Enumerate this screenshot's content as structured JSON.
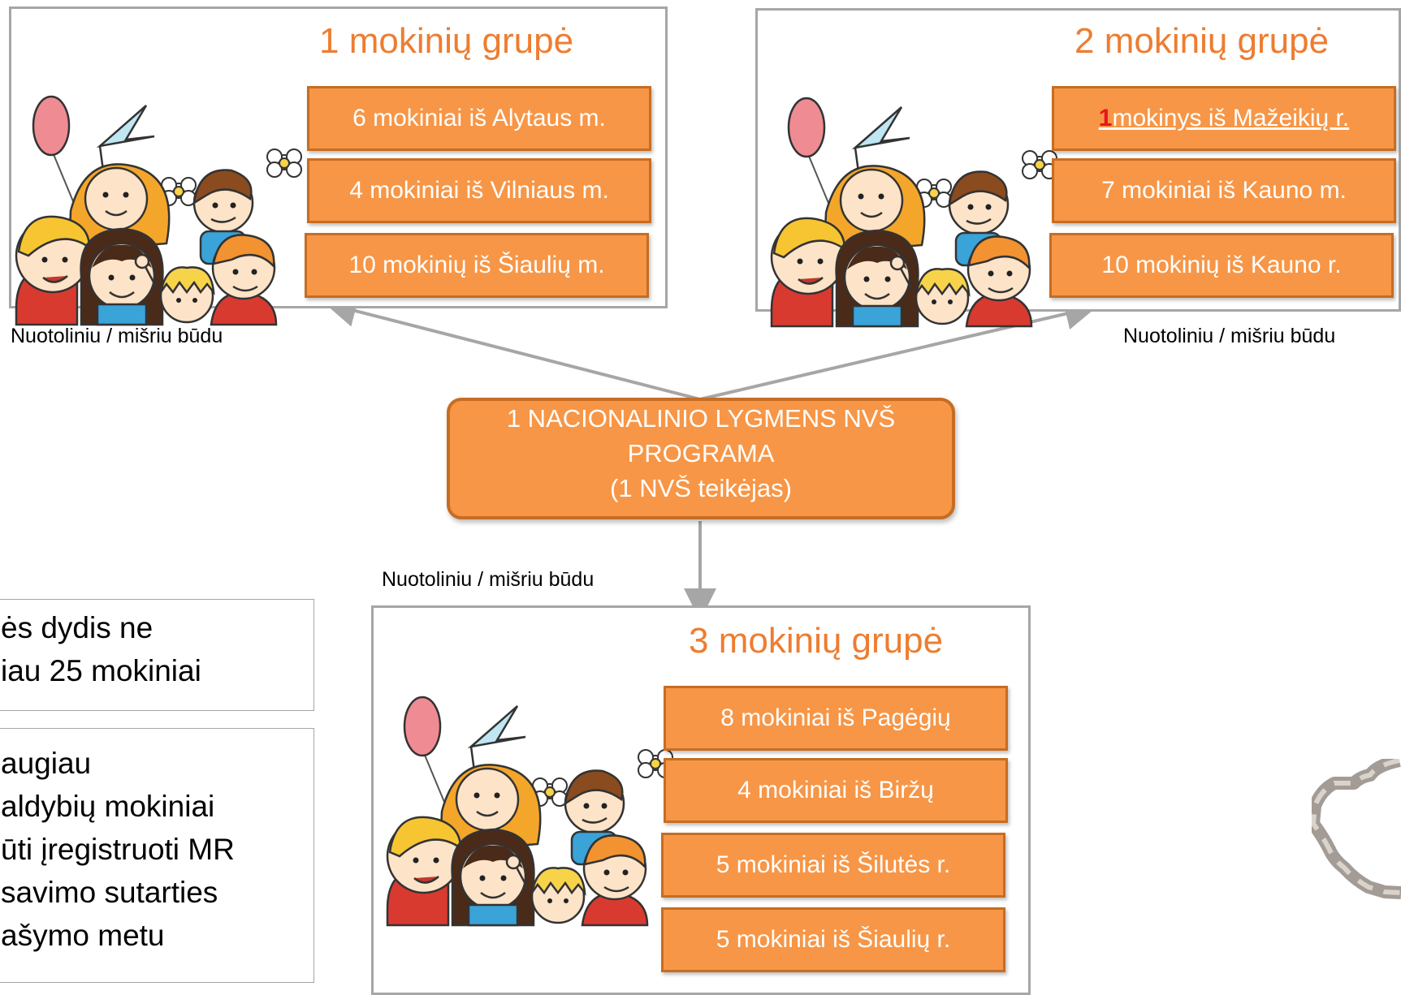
{
  "groups": [
    {
      "title": "1 mokinių grupė",
      "rows": [
        {
          "text": "6 mokiniai iš Alytaus m."
        },
        {
          "text": "4 mokiniai iš Vilniaus m."
        },
        {
          "text": "10 mokinių iš Šiaulių m."
        }
      ],
      "mode": "Nuotoliniu / mišriu būdu"
    },
    {
      "title": "2 mokinių grupė",
      "rows": [
        {
          "num": "1",
          "text": " mokinys iš Mažeikių r."
        },
        {
          "text": "7 mokiniai iš Kauno m."
        },
        {
          "text": "10 mokinių iš Kauno r."
        }
      ],
      "mode": "Nuotoliniu / mišriu būdu"
    },
    {
      "title": "3 mokinių grupė",
      "rows": [
        {
          "text": "8 mokiniai iš Pagėgių"
        },
        {
          "text": "4 mokiniai iš Biržų"
        },
        {
          "text": "5 mokiniai iš Šilutės r."
        },
        {
          "text": "5 mokiniai iš Šiaulių r."
        }
      ],
      "mode": "Nuotoliniu / mišriu būdu"
    }
  ],
  "program": {
    "line1": "1 NACIONALINIO LYGMENS NVŠ",
    "line2": "PROGRAMA",
    "line3": "(1 NVŠ teikėjas)"
  },
  "notes": {
    "size": [
      "ės dydis ne",
      "iau 25 mokiniai"
    ],
    "municipalities": [
      "augiau",
      "aldybių mokiniai",
      "ūti įregistruoti MR",
      "savimo sutarties",
      "ašymo metu"
    ]
  },
  "colors": {
    "accent_orange": "#f79646",
    "title_orange": "#ed7d31",
    "border_gray": "#a6a6a6",
    "highlight_red": "#e8141c"
  }
}
